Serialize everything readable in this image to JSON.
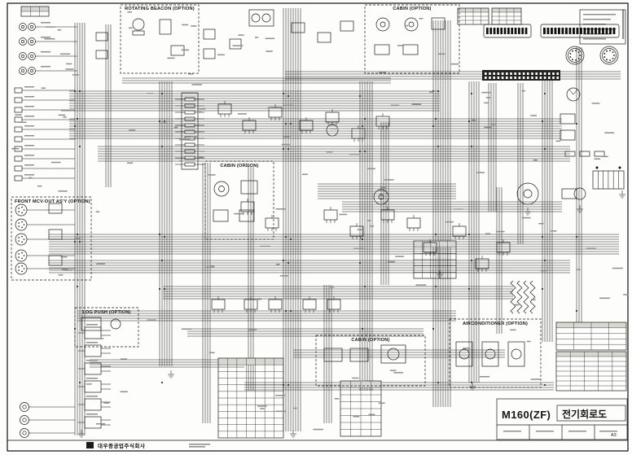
{
  "page": {
    "model": "M160(ZF)",
    "doc_title": "전기회로도",
    "sheet_label": "A3"
  },
  "footer": {
    "company": "대우중공업주식회사"
  },
  "sections": {
    "rotating_beacon": "ROTATING BEACON (OPTION)",
    "cabin_top": "CABIN (OPTION)",
    "cabin_mid": "CABIN (OPTION)",
    "cabin_bottom": "CABIN (OPTION)",
    "airconditioner": "AIRCONDITIONER (OPTION)",
    "front_mcv": "FRONT MCV-OUT AS'Y (OPTION)",
    "log_push": "LOG PUSH (OPTION)"
  }
}
